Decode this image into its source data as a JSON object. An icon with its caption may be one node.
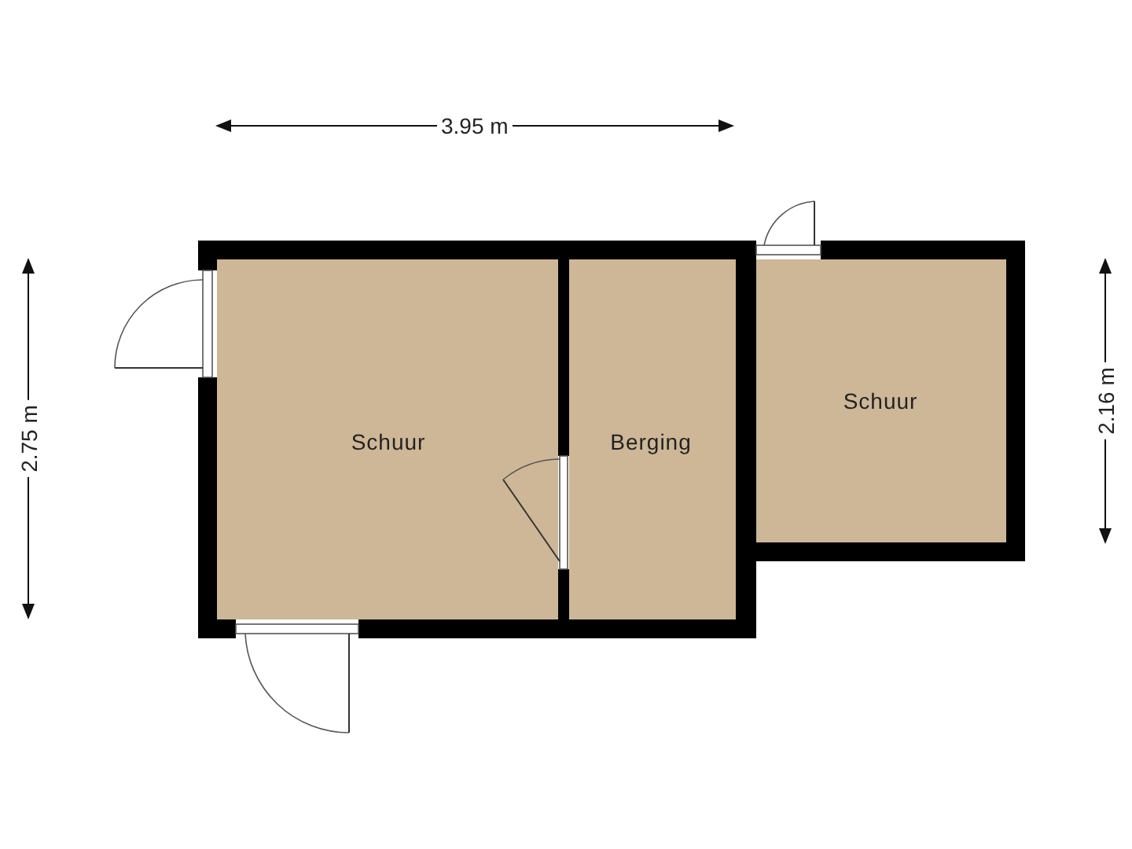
{
  "diagram": {
    "nodes": [
      {
        "text": [
          "Schuur"
        ]
      },
      {
        "text": [
          "Berging"
        ]
      },
      {
        "text": [
          "Schuur"
        ]
      }
    ],
    "labels": [
      "3.95 m",
      "2.75 m",
      "2.16 m"
    ]
  }
}
